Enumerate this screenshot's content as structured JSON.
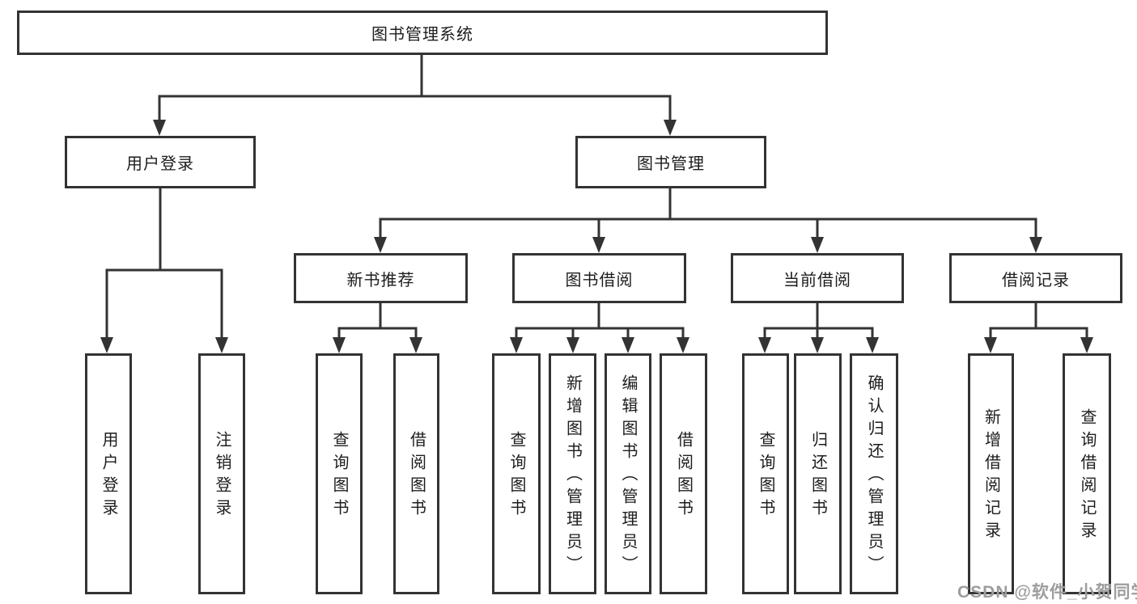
{
  "diagram": {
    "root": {
      "label": "图书管理系统"
    },
    "branches": [
      {
        "label": "用户登录",
        "children": [
          {
            "label": "用户登录"
          },
          {
            "label": "注销登录"
          }
        ]
      },
      {
        "label": "图书管理",
        "children": [
          {
            "label": "新书推荐",
            "children": [
              {
                "label": "查询图书"
              },
              {
                "label": "借阅图书"
              }
            ]
          },
          {
            "label": "图书借阅",
            "children": [
              {
                "label": "查询图书"
              },
              {
                "label": "新增图书（管理员）"
              },
              {
                "label": "编辑图书（管理员）"
              },
              {
                "label": "借阅图书"
              }
            ]
          },
          {
            "label": "当前借阅",
            "children": [
              {
                "label": "查询图书"
              },
              {
                "label": "归还图书"
              },
              {
                "label": "确认归还（管理员）"
              }
            ]
          },
          {
            "label": "借阅记录",
            "children": [
              {
                "label": "新增借阅记录"
              },
              {
                "label": "查询借阅记录"
              }
            ]
          }
        ]
      }
    ],
    "watermark": "CSDN @软件_小贺同学",
    "colors": {
      "line": "#333333",
      "text": "#1d1d1d",
      "watermark": "#9d9d9d",
      "background": "#ffffff"
    }
  }
}
